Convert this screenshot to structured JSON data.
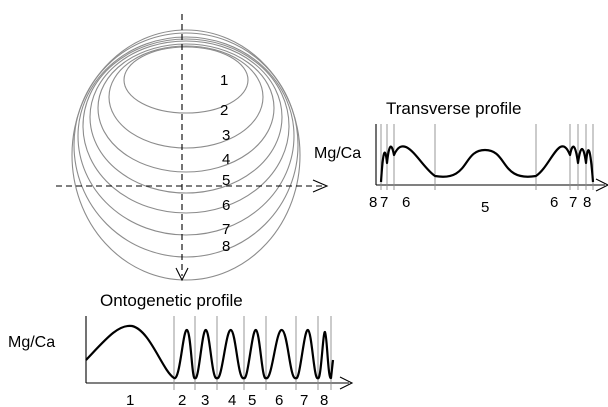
{
  "sphere": {
    "chamber_labels": [
      "1",
      "2",
      "3",
      "4",
      "5",
      "6",
      "7",
      "8"
    ]
  },
  "transverse": {
    "title": "Transverse profile",
    "ylabel": "Mg/Ca",
    "ticks_left": [
      "8",
      "7",
      "6"
    ],
    "tick_center": "5",
    "ticks_right": [
      "6",
      "7",
      "8"
    ]
  },
  "ontogenetic": {
    "title": "Ontogenetic profile",
    "ylabel": "Mg/Ca",
    "ticks": [
      "1",
      "2",
      "3",
      "4",
      "5",
      "6",
      "7",
      "8"
    ]
  },
  "colors": {
    "chamber_outline": "#8c8c8c",
    "ink": "#000000"
  }
}
